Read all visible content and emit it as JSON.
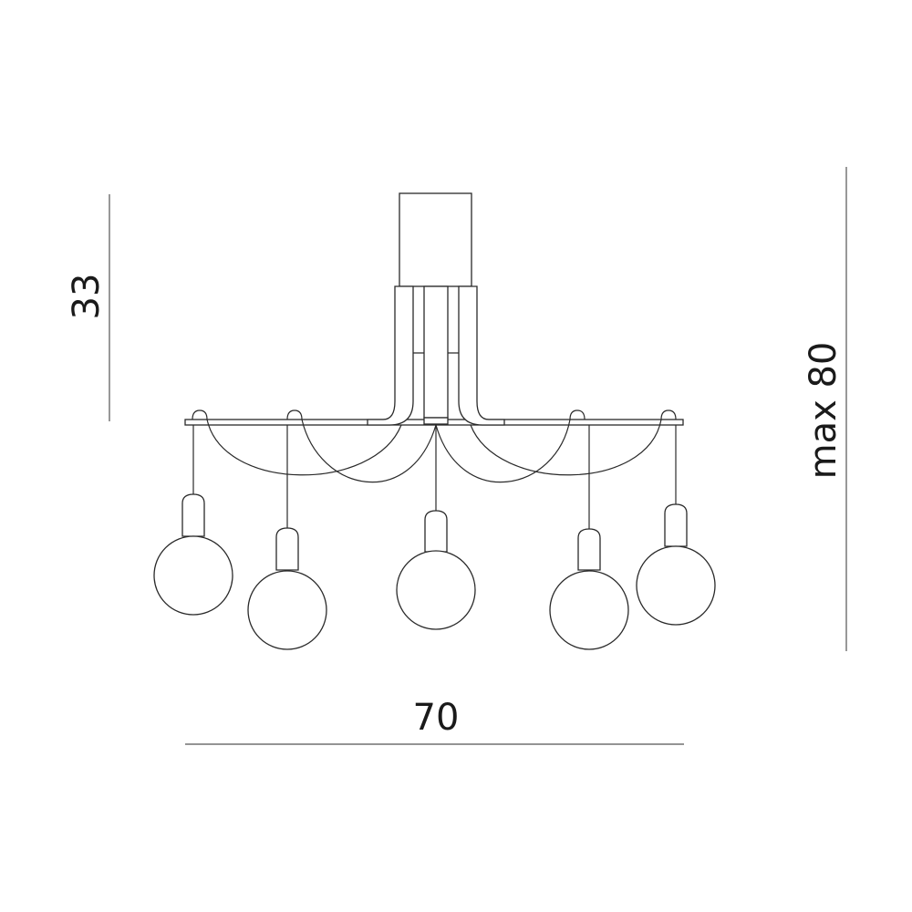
{
  "dimensions": {
    "height_label": "33",
    "width_label": "70",
    "max_height_label": "max 80"
  },
  "fixture": {
    "pendant_count": 5,
    "ceiling_canopy": "rectangular-canopy",
    "arms": 3
  },
  "colors": {
    "line": "#2a2a2a",
    "dimension_line": "#555555",
    "background": "#ffffff"
  }
}
